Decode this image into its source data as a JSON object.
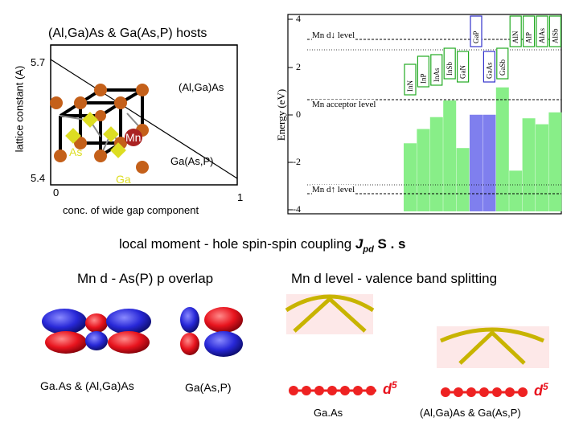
{
  "left_panel": {
    "title": "(Al,Ga)As & Ga(As,P) hosts",
    "ylabel": "lattice constant (A)",
    "ytick_top": "5.7",
    "ytick_bottom": "5.4",
    "xtick_left": "0",
    "xtick_right": "1",
    "xlabel": "conc. of wide gap component",
    "line_label_1": "(Al,Ga)As",
    "line_label_2": "Ga(As,P)",
    "atom_label_as": "As",
    "atom_label_mn": "Mn",
    "atom_label_ga": "Ga"
  },
  "right_panel": {
    "ylabel": "Energy (eV)",
    "ticks": [
      "4",
      "2",
      "0",
      "-2",
      "-4"
    ],
    "mn_down_level": "Mn d↓ level",
    "mn_acceptor_level": "Mn acceptor level",
    "mn_up_level": "Mn d↑ level"
  },
  "chart_data": {
    "type": "bar",
    "categories": [
      "InN",
      "InP",
      "InAs",
      "InSb",
      "GaN",
      "GaP",
      "GaAs",
      "GaSb",
      "AlN",
      "AlP",
      "AlAs",
      "AlSb"
    ],
    "series": [
      {
        "values": [
          -1.55,
          -0.95,
          -0.45,
          0.25,
          -1.75,
          -0.35,
          -0.35,
          0.8,
          -2.7,
          -0.5,
          -0.75,
          -0.25
        ]
      }
    ],
    "ylabel": "Energy (eV)",
    "ylim": [
      -4,
      4
    ]
  },
  "bottom": {
    "title_main": "local moment - hole spin-spin coupling ",
    "title_j": "J",
    "title_pd": "pd",
    "title_ss": " S . s",
    "overlap_title": "Mn d - As(P) p overlap",
    "splitting_title": "Mn d level - valence band splitting",
    "orbital_caption_1": "Ga.As & (Al,Ga)As",
    "orbital_caption_2": "Ga(As,P)",
    "d5_1": "d",
    "d5_2": "d",
    "d5_sup": "5",
    "band_caption_1": "Ga.As",
    "band_caption_2": "(Al,Ga)As & Ga(As,P)"
  },
  "colors": {
    "green_bar": "#88ee88",
    "blue_bar": "#7f7fee",
    "atom_brown": "#c4601a",
    "atom_yellow": "#dddd22",
    "mn_red": "#aa2222",
    "curve_gold": "#c8b400",
    "band_pink": "#fde8e8",
    "chain_red": "#ee2222",
    "orbital_red": "#e8141e",
    "orbital_blue": "#2828d8"
  }
}
